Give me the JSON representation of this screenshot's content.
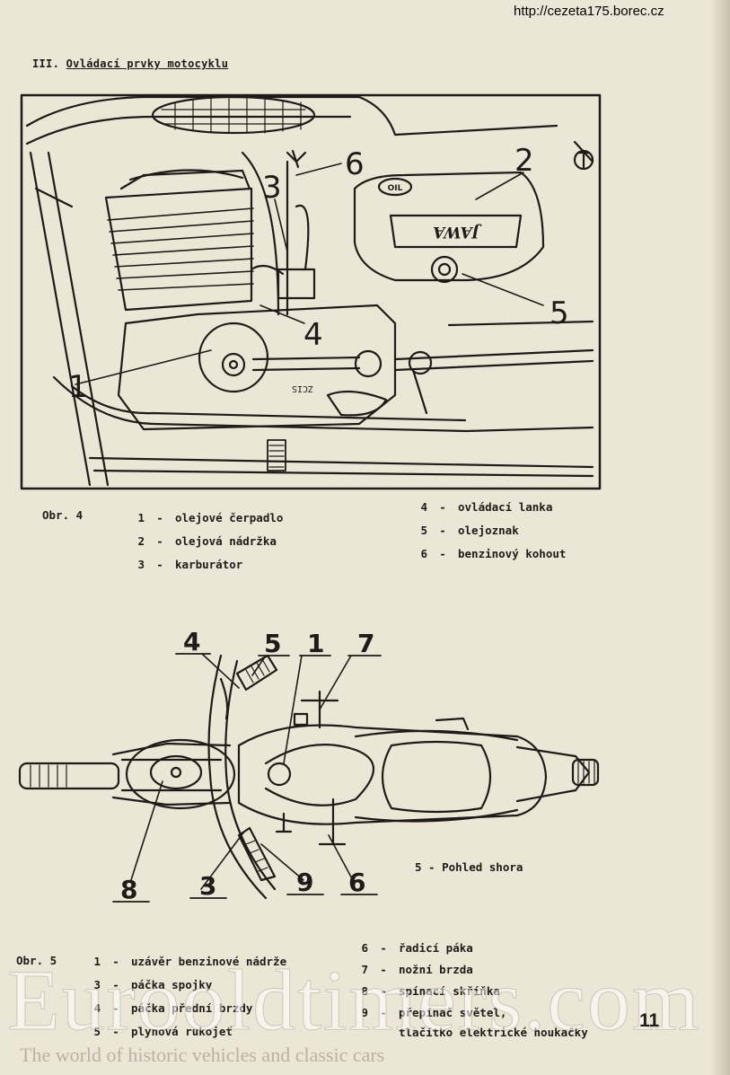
{
  "header": {
    "url": "http://cezeta175.borec.cz"
  },
  "section": {
    "number": "III.",
    "title": "Ovládací prvky motocyklu"
  },
  "figure4": {
    "label": "Obr. 4",
    "callouts": [
      "1",
      "2",
      "3",
      "4",
      "5",
      "6"
    ],
    "plate_text": "OIL",
    "logo_text": "JAWA",
    "legend_left": [
      {
        "num": "1",
        "text": "olejové čerpadlo"
      },
      {
        "num": "2",
        "text": "olejová nádržka"
      },
      {
        "num": "3",
        "text": "karburátor"
      }
    ],
    "legend_right": [
      {
        "num": "4",
        "text": "ovládací lanka"
      },
      {
        "num": "5",
        "text": "olejoznak"
      },
      {
        "num": "6",
        "text": "benzinový kohout"
      }
    ]
  },
  "figure5": {
    "label": "Obr. 5",
    "caption": "5 - Pohled shora",
    "callouts": [
      "1",
      "3",
      "4",
      "5",
      "6",
      "7",
      "8",
      "9"
    ],
    "legend_left": [
      {
        "num": "1",
        "text": "uzávěr benzinové nádrže"
      },
      {
        "num": "3",
        "text": "páčka spojky"
      },
      {
        "num": "4",
        "text": "páčka přední brzdy"
      },
      {
        "num": "5",
        "text": "plynová rukojeť"
      }
    ],
    "legend_right": [
      {
        "num": "6",
        "text": "řadicí páka"
      },
      {
        "num": "7",
        "text": "nožní brzda"
      },
      {
        "num": "8",
        "text": "spínací skříňka"
      },
      {
        "num": "9",
        "text": "přepínač světel,"
      },
      {
        "num": "",
        "text": "tlačítko elektrické houkačky"
      }
    ]
  },
  "footer": {
    "page_number": "11",
    "watermark": "Eurooldtimers.com",
    "watermark_tagline": "The world of historic vehicles and classic cars"
  }
}
